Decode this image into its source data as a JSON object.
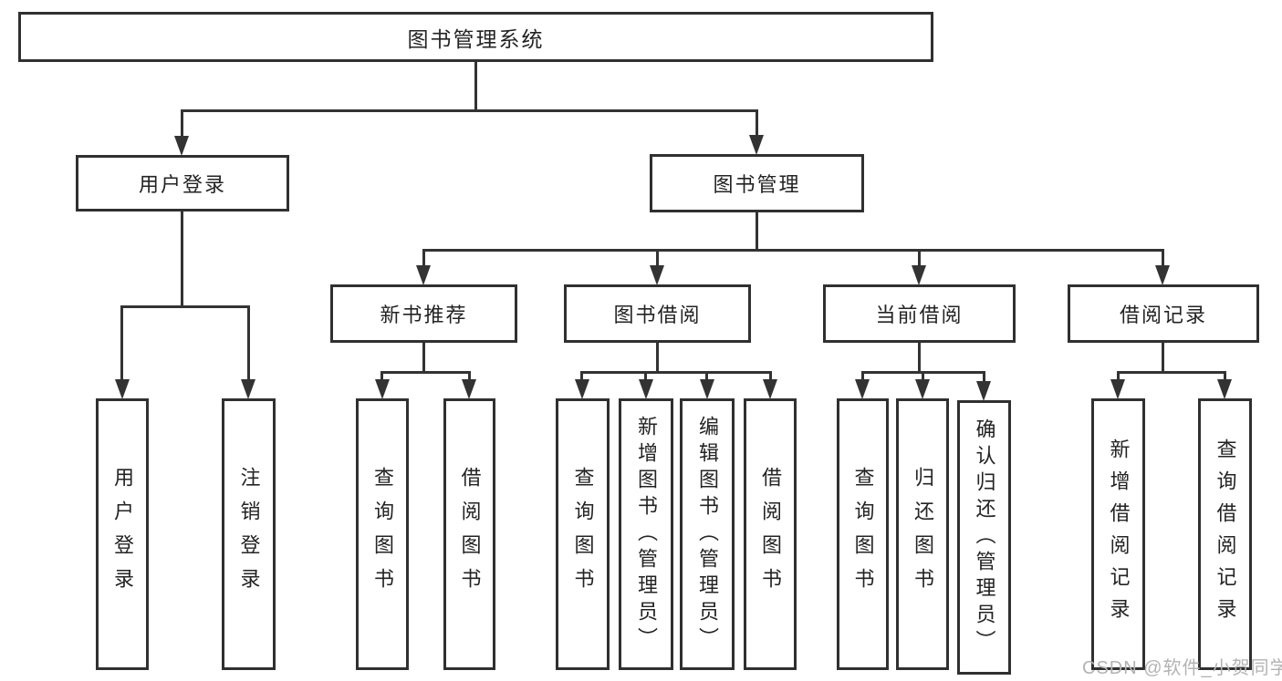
{
  "root": {
    "label": "图书管理系统"
  },
  "level2": [
    {
      "label": "用户登录",
      "children": [
        {
          "label": "用户登录"
        },
        {
          "label": "注销登录"
        }
      ]
    },
    {
      "label": "图书管理",
      "children": [
        {
          "label": "新书推荐",
          "children": [
            {
              "label": "查询图书"
            },
            {
              "label": "借阅图书"
            }
          ]
        },
        {
          "label": "图书借阅",
          "children": [
            {
              "label": "查询图书"
            },
            {
              "label": "新增图书（管理员）"
            },
            {
              "label": "编辑图书（管理员）"
            },
            {
              "label": "借阅图书"
            }
          ]
        },
        {
          "label": "当前借阅",
          "children": [
            {
              "label": "查询图书"
            },
            {
              "label": "归还图书"
            },
            {
              "label": "确认归还（管理员）"
            }
          ]
        },
        {
          "label": "借阅记录",
          "children": [
            {
              "label": "新增借阅记录"
            },
            {
              "label": "查询借阅记录"
            }
          ]
        }
      ]
    }
  ],
  "watermark": {
    "text": "CSDN @软件_小贺同学"
  },
  "colors": {
    "line": "#333333",
    "box_border": "#303030",
    "box_fill": "#ffffff",
    "text": "#232323",
    "watermark": "#b3b3b3",
    "background": "#ffffff"
  }
}
